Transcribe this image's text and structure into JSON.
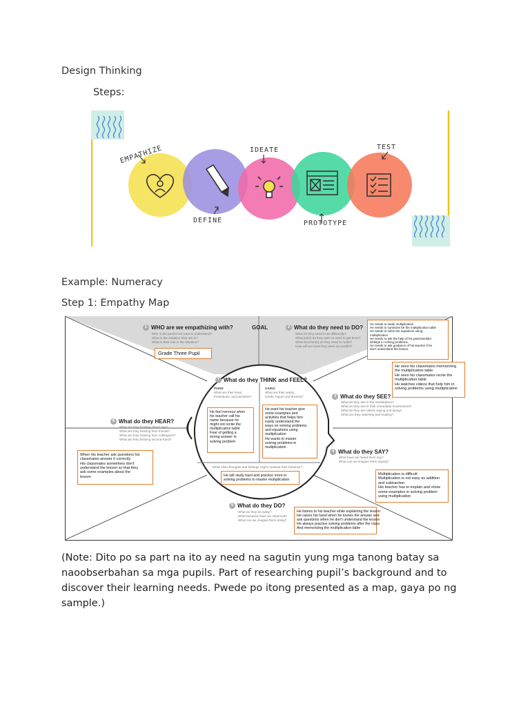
{
  "doc": {
    "title": "Design Thinking",
    "steps_label": "Steps:",
    "example": "Example: Numeracy",
    "step1": "Step 1: Empathy Map",
    "note": "(Note: Dito po sa part na ito ay need na sagutin yung mga tanong batay sa naoobserbahan sa mga pupils. Part of researching pupil’s background and to discover their learning needs. Pwede po itong presented as a map, gaya po ng sample.)"
  },
  "design_thinking": {
    "stages": [
      {
        "label": "EMPATHIZE",
        "color": "#f5e04f",
        "icon": "heart-person-icon"
      },
      {
        "label": "DEFINE",
        "color": "#9b8fe0",
        "icon": "pencil-icon"
      },
      {
        "label": "IDEATE",
        "color": "#f06aa8",
        "icon": "lightbulb-icon"
      },
      {
        "label": "PROTOTYPE",
        "color": "#3fd69c",
        "icon": "wireframe-icon"
      },
      {
        "label": "TEST",
        "color": "#f5795a",
        "icon": "checklist-icon"
      }
    ]
  },
  "empathy_map": {
    "goal": "GOAL",
    "q1": {
      "num": "1",
      "title": "WHO are we empathizing with?",
      "sub": [
        "Who is the person we want to understand?",
        "What is the situation they are in?",
        "What is their role in the situation?"
      ]
    },
    "q2": {
      "num": "2",
      "title": "What do they need to DO?",
      "sub": [
        "What do they need to do differently?",
        "What job(s) do they want or need to get done?",
        "What decision(s) do they need to make?",
        "How will we know they were successful?"
      ]
    },
    "q3": {
      "num": "3",
      "title": "What do they SEE?",
      "sub": [
        "What do they see in the marketplace?",
        "What do they see in their immediate environment?",
        "What do they see others saying and doing?",
        "What are they watching and reading?"
      ]
    },
    "q4": {
      "num": "4",
      "title": "What do they SAY?",
      "sub": [
        "What have we heard them say?",
        "What can we imagine them saying?"
      ]
    },
    "q5": {
      "num": "5",
      "title": "What do they DO?",
      "sub": [
        "What do they do today?",
        "What behavior have we observed?",
        "What can we imagine them doing?"
      ]
    },
    "q6": {
      "num": "6",
      "title": "What do they HEAR?",
      "sub": [
        "What are they hearing others say?",
        "What are they hearing from friends?",
        "What are they hearing from colleagues?",
        "What are they hearing second-hand?"
      ]
    },
    "q7": {
      "num": "7",
      "title": "What do they THINK and FEEL?"
    },
    "pains": {
      "title": "PAINS",
      "sub": [
        "What are their fears,",
        "frustrations, and anxieties?"
      ]
    },
    "gains": {
      "title": "GAINS",
      "sub": [
        "What are their wants,",
        "needs, hopes and dreams?"
      ]
    },
    "other_thoughts": "What other thoughts and feelings might motivate their behavior?",
    "answers": {
      "who": "Grade Three Pupil",
      "need": [
        "He needs to study multiplication",
        "He needs to someone be the multiplication table",
        "He needs to solve the equations using",
        "multiplication.",
        "He needs to ask the help of his parents/older",
        "siblings in solving problems.",
        "He needs to ask guidance of his teacher if he",
        "don't understand the lesson."
      ],
      "see": [
        "He sees his classmates memorizing",
        "the multiplication table",
        "He sees his classmates recite the",
        "multiplication table",
        "He watches videos that help him in",
        "solving problems using multiplication"
      ],
      "pains": [
        "He feel nervous when",
        "his teacher call his",
        "name because he",
        "might not recite the",
        "multiplication table",
        "Fear of getting a",
        "wrong answer in",
        "solving problem"
      ],
      "gains": [
        "He want his teacher give",
        "some examples and",
        "activities that helps him",
        "easily understand the",
        "ways on solving problems",
        "and equations using",
        "multiplication",
        "He wants to master",
        "solving problems in",
        "multiplication"
      ],
      "hear": [
        "When his teacher ask questions his",
        "classmates answer it correctly",
        "His classmates sometimes don't",
        "understand the lesson so that they",
        "ask some examples about the",
        "lesson"
      ],
      "motivate": [
        "He will study hard and practice more in",
        "solving problems to master multiplication"
      ],
      "say": [
        "Multiplication is difficult",
        "Multiplication is not easy as addition",
        "and subtraction",
        "His teacher has to explain and show",
        "some examples in solving problem",
        "using multiplication"
      ],
      "do": [
        "He listens to his teacher while explaining the lesson",
        "He raises his hand when he knows the answer and",
        "ask questions when he don't understand the lesson",
        "He always practice solving problems after the class",
        "And memorizing the multiplication table"
      ]
    }
  }
}
